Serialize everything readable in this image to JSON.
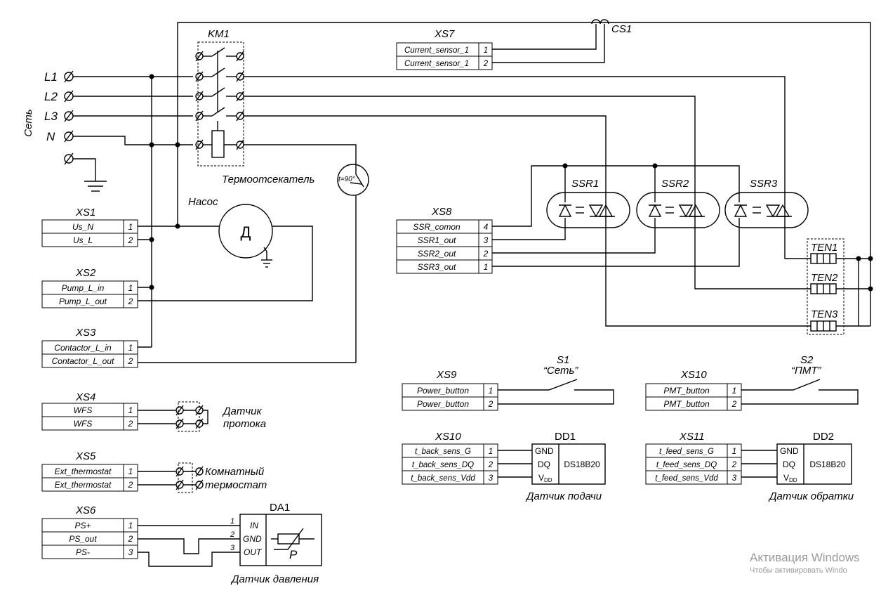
{
  "network": {
    "title": "Сеть",
    "lines": [
      "L1",
      "L2",
      "L3",
      "N"
    ]
  },
  "km1": "KM1",
  "cs1": "CS1",
  "thermo": {
    "label": "Термоотсекатель",
    "temp": "t=90°"
  },
  "pump": {
    "label": "Насос",
    "motor": "Д"
  },
  "xs7": {
    "title": "XS7",
    "rows": [
      [
        "Current_sensor_1",
        "1"
      ],
      [
        "Current_sensor_1",
        "2"
      ]
    ]
  },
  "xs8": {
    "title": "XS8",
    "rows": [
      [
        "SSR_comon",
        "4"
      ],
      [
        "SSR1_out",
        "3"
      ],
      [
        "SSR2_out",
        "2"
      ],
      [
        "SSR3_out",
        "1"
      ]
    ]
  },
  "ssr": [
    "SSR1",
    "SSR2",
    "SSR3"
  ],
  "ten": [
    "TEN1",
    "TEN2",
    "TEN3"
  ],
  "xs1": {
    "title": "XS1",
    "rows": [
      [
        "Us_N",
        "1"
      ],
      [
        "Us_L",
        "2"
      ]
    ]
  },
  "xs2": {
    "title": "XS2",
    "rows": [
      [
        "Pump_L_in",
        "1"
      ],
      [
        "Pump_L_out",
        "2"
      ]
    ]
  },
  "xs3": {
    "title": "XS3",
    "rows": [
      [
        "Contactor_L_in",
        "1"
      ],
      [
        "Contactor_L_out",
        "2"
      ]
    ]
  },
  "xs4": {
    "title": "XS4",
    "rows": [
      [
        "WFS",
        "1"
      ],
      [
        "WFS",
        "2"
      ]
    ],
    "label1": "Датчик",
    "label2": "протока"
  },
  "xs5": {
    "title": "XS5",
    "rows": [
      [
        "Ext_thermostat",
        "1"
      ],
      [
        "Ext_thermostat",
        "2"
      ]
    ],
    "label1": "Комнатный",
    "label2": "термостат"
  },
  "xs6": {
    "title": "XS6",
    "rows": [
      [
        "PS+",
        "1"
      ],
      [
        "PS_out",
        "2"
      ],
      [
        "PS-",
        "3"
      ]
    ]
  },
  "da1": {
    "title": "DA1",
    "pins": [
      "IN",
      "GND",
      "OUT"
    ],
    "pin_nums": [
      "1",
      "2",
      "3"
    ],
    "symbol": "P",
    "caption": "Датчик давления"
  },
  "xs9": {
    "title": "XS9",
    "rows": [
      [
        "Power_button",
        "1"
      ],
      [
        "Power_button",
        "2"
      ]
    ]
  },
  "s1": {
    "name": "S1",
    "label": "“Сеть”"
  },
  "xs10a": {
    "title": "XS10",
    "rows": [
      [
        "PMT_button",
        "1"
      ],
      [
        "PMT_button",
        "2"
      ]
    ]
  },
  "s2": {
    "name": "S2",
    "label": "“ПМТ”"
  },
  "xs10b": {
    "title": "XS10",
    "rows": [
      [
        "t_back_sens_G",
        "1"
      ],
      [
        "t_back_sens_DQ",
        "2"
      ],
      [
        "t_back_sens_Vdd",
        "3"
      ]
    ]
  },
  "dd1": {
    "title": "DD1",
    "pins": [
      "GND",
      "DQ",
      "V"
    ],
    "chip": "DS18B20",
    "caption": "Датчик подачи"
  },
  "xs11": {
    "title": "XS11",
    "rows": [
      [
        "t_feed_sens_G",
        "1"
      ],
      [
        "t_feed_sens_DQ",
        "2"
      ],
      [
        "t_feed_sens_Vdd",
        "3"
      ]
    ]
  },
  "dd2": {
    "title": "DD2",
    "pins": [
      "GND",
      "DQ",
      "V"
    ],
    "chip": "DS18B20",
    "caption": "Датчик обратки"
  },
  "vdd_sub": "DD",
  "watermark": {
    "line1": "Активация Windows",
    "line2": "Чтобы активировать Windo"
  }
}
